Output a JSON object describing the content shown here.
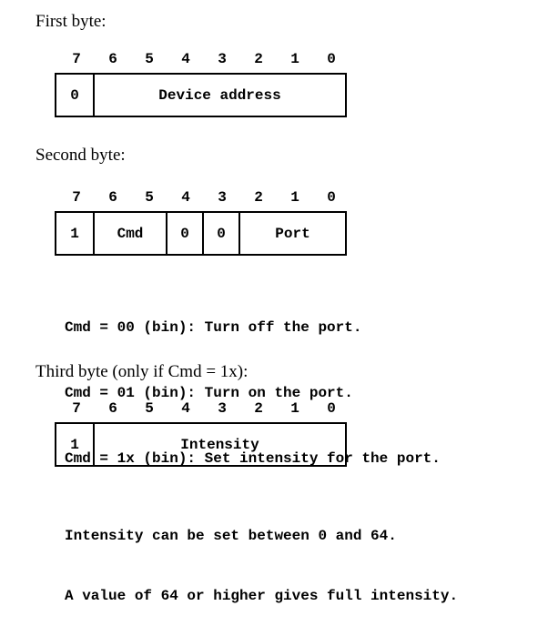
{
  "bit_labels": [
    "7",
    "6",
    "5",
    "4",
    "3",
    "2",
    "1",
    "0"
  ],
  "first_byte": {
    "heading": "First byte:",
    "fields": {
      "bit7": "0",
      "device_address": "Device address"
    }
  },
  "second_byte": {
    "heading": "Second byte:",
    "fields": {
      "bit7": "1",
      "cmd": "Cmd",
      "bit4": "0",
      "bit3": "0",
      "port": "Port"
    },
    "notes": [
      "Cmd = 00 (bin): Turn off the port.",
      "Cmd = 01 (bin): Turn on the port.",
      "Cmd = 1x (bin): Set intensity for the port."
    ]
  },
  "third_byte": {
    "heading": "Third byte (only if Cmd = 1x):",
    "fields": {
      "bit7": "1",
      "intensity": "Intensity"
    },
    "notes": [
      "Intensity can be set between 0 and 64.",
      "A value of 64 or higher gives full intensity."
    ]
  }
}
